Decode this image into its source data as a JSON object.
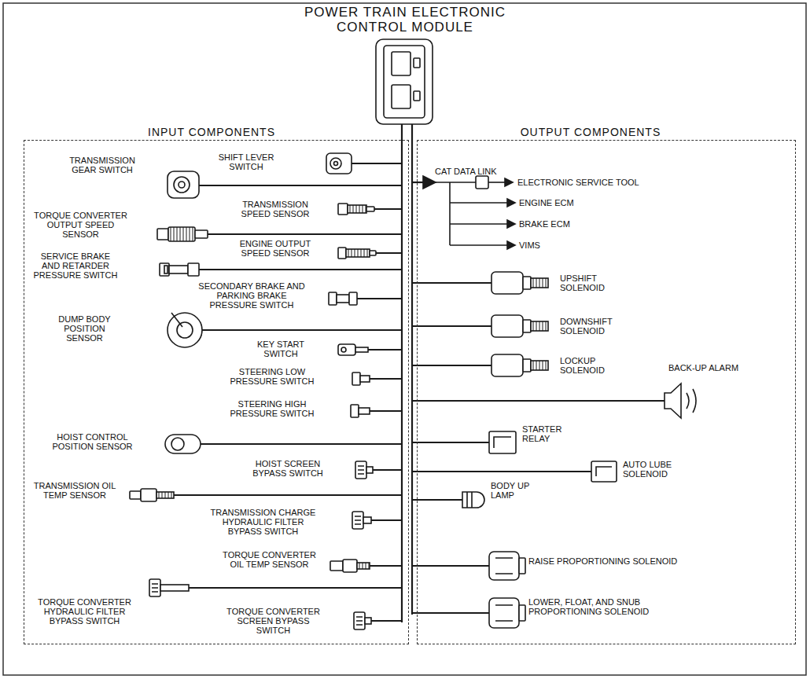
{
  "diagram": {
    "title": "POWER TRAIN ELECTRONIC CONTROL MODULE",
    "nodes": [
      {
        "text": [
          "INPUT COMPONENTS"
        ]
      },
      {
        "text": [
          "OUTPUT COMPONENTS"
        ]
      }
    ],
    "labels": [
      "SHIFT LEVER SWITCH",
      "TRANSMISSION GEAR SWITCH",
      "TRANSMISSION SPEED SENSOR",
      "TORQUE CONVERTER OUTPUT SPEED SENSOR",
      "ENGINE OUTPUT SPEED SENSOR",
      "SERVICE BRAKE AND RETARDER PRESSURE SWITCH",
      "SECONDARY BRAKE AND PARKING BRAKE PRESSURE SWITCH",
      "DUMP BODY POSITION SENSOR",
      "KEY START SWITCH",
      "STEERING LOW PRESSURE SWITCH",
      "STEERING HIGH PRESSURE SWITCH",
      "HOIST CONTROL POSITION SENSOR",
      "HOIST SCREEN BYPASS SWITCH",
      "TRANSMISSION OIL TEMP SENSOR",
      "TRANSMISSION CHARGE HYDRAULIC FILTER BYPASS SWITCH",
      "TORQUE CONVERTER OIL TEMP SENSOR",
      "TORQUE CONVERTER HYDRAULIC FILTER BYPASS SWITCH",
      "TORQUE CONVERTER SCREEN BYPASS SWITCH",
      "CAT DATA LINK",
      "ELECTRONIC SERVICE TOOL",
      "ENGINE ECM",
      "BRAKE ECM",
      "VIMS",
      "UPSHIFT SOLENOID",
      "DOWNSHIFT SOLENOID",
      "LOCKUP SOLENOID",
      "BACK-UP ALARM",
      "STARTER RELAY",
      "AUTO LUBE SOLENOID",
      "BODY UP LAMP",
      "RAISE PROPORTIONING SOLENOID",
      "LOWER, FLOAT, AND SNUB PROPORTIONING SOLENOID"
    ]
  }
}
